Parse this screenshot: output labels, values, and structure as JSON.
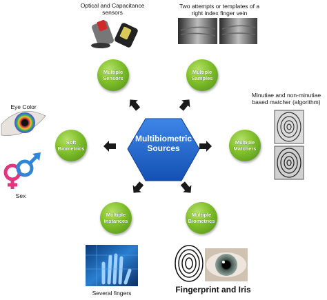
{
  "center": {
    "label_line1": "Multibiometric",
    "label_line2": "Sources"
  },
  "nodes": {
    "sensors": {
      "line1": "Multiple",
      "line2": "Sensors"
    },
    "samples": {
      "line1": "Multiple",
      "line2": "Samples"
    },
    "matchers": {
      "line1": "Multiple",
      "line2": "Matchers"
    },
    "biometrics": {
      "line1": "Multiple",
      "line2": "Biometrics"
    },
    "instances": {
      "line1": "Multiple",
      "line2": "Instances"
    },
    "soft": {
      "line1": "Soft",
      "line2": "Biometrics"
    }
  },
  "captions": {
    "sensors_1": "Optical and Capacitance",
    "sensors_2": "sensors",
    "samples_1": "Two attempts or templates of a",
    "samples_2": "right index finger vein",
    "matchers_1": "Minutiae and non-minutiae",
    "matchers_2": "based matcher (algorithm)",
    "eye_color": "Eye Color",
    "sex": "Sex",
    "instances": "Several fingers",
    "biometrics": "Fingerprint and Iris"
  },
  "colors": {
    "hexagon": "#1f63c9",
    "node_green": "#7fbf2a",
    "arrow": "#1a1a1a",
    "sex_male": "#2f86d6",
    "sex_female": "#e2357f"
  }
}
